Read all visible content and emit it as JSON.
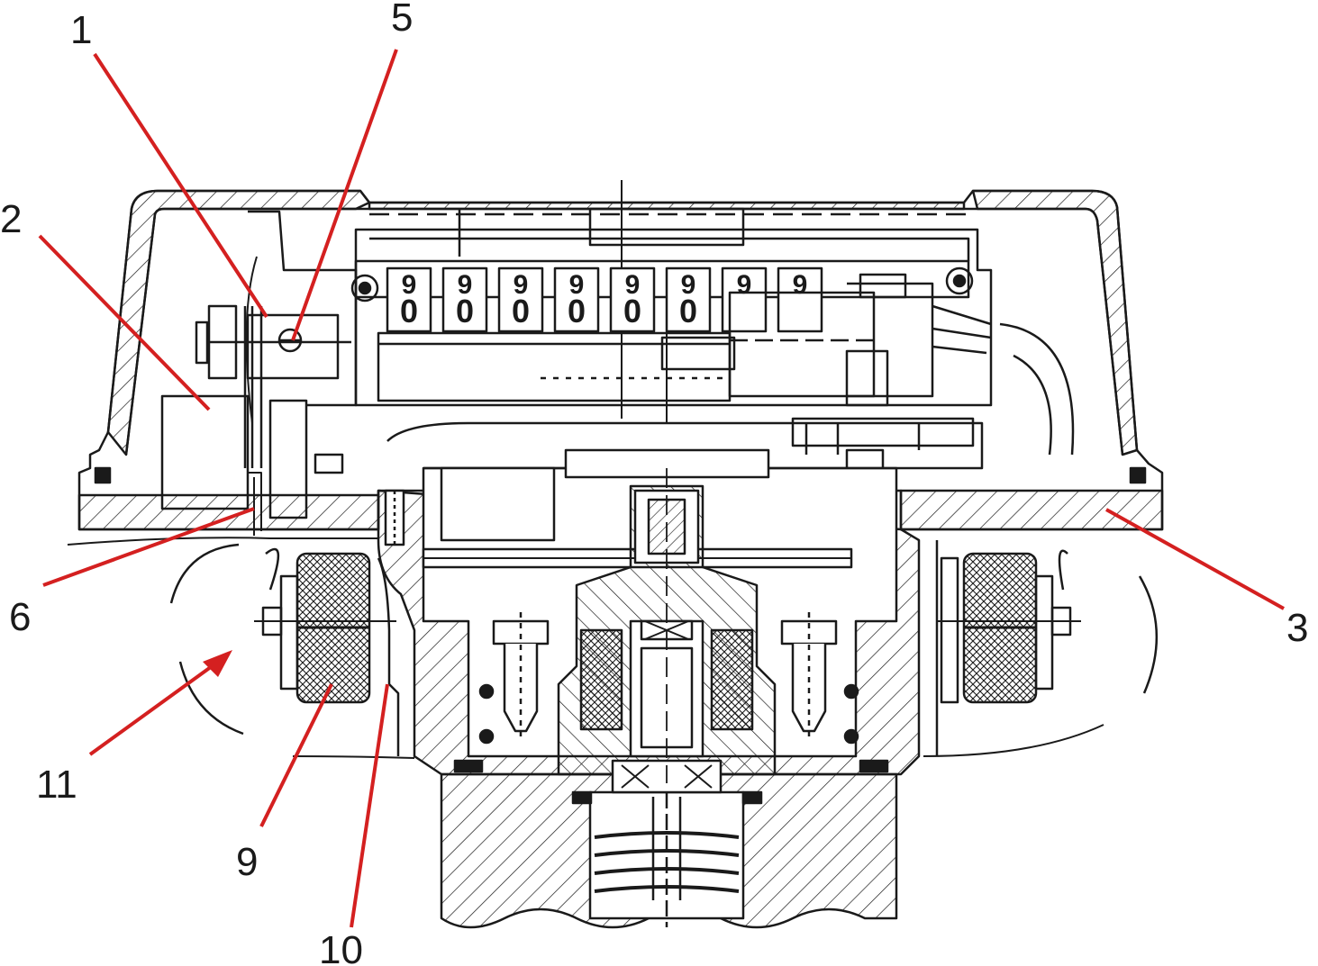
{
  "diagram": {
    "callouts": [
      {
        "id": "1",
        "label": "1"
      },
      {
        "id": "2",
        "label": "2"
      },
      {
        "id": "3",
        "label": "3"
      },
      {
        "id": "5",
        "label": "5"
      },
      {
        "id": "6",
        "label": "6"
      },
      {
        "id": "9",
        "label": "9"
      },
      {
        "id": "10",
        "label": "10"
      },
      {
        "id": "11",
        "label": "11"
      }
    ],
    "counter_digits": {
      "top": [
        "9",
        "9",
        "9",
        "9",
        "9",
        "9",
        "9",
        "9"
      ],
      "bottom": [
        "0",
        "0",
        "0",
        "0",
        "0",
        "0"
      ]
    },
    "colors": {
      "line": "#1a1a1a",
      "leader": "#d42020",
      "hatch": "#1a1a1a",
      "background": "#ffffff"
    }
  }
}
